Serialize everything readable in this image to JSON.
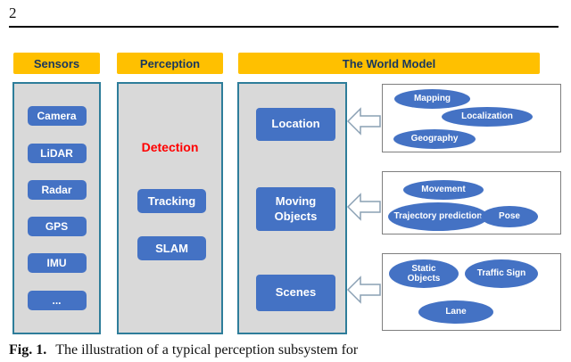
{
  "page": {
    "number": "2",
    "caption_label": "Fig. 1.",
    "caption_text": "The illustration of a typical perception subsystem for"
  },
  "headers": {
    "sensors": "Sensors",
    "perception": "Perception",
    "world_model": "The World Model"
  },
  "sensors": {
    "items": [
      "Camera",
      "LiDAR",
      "Radar",
      "GPS",
      "IMU",
      "..."
    ]
  },
  "perception": {
    "items": [
      {
        "label": "Detection",
        "highlight": true
      },
      {
        "label": "Tracking",
        "highlight": false
      },
      {
        "label": "SLAM",
        "highlight": false
      }
    ]
  },
  "world_model": {
    "categories": [
      "Location",
      "Moving Objects",
      "Scenes"
    ],
    "groups": [
      {
        "category": "Location",
        "items": [
          "Mapping",
          "Localization",
          "Geography"
        ]
      },
      {
        "category": "Moving Objects",
        "items": [
          "Movement",
          "Trajectory prediction",
          "Pose"
        ]
      },
      {
        "category": "Scenes",
        "items": [
          "Static Objects",
          "Traffic Sign",
          "Lane"
        ]
      }
    ]
  },
  "colors": {
    "header_bg": "#FFC000",
    "header_text": "#17375E",
    "box_blue": "#4472C4",
    "panel_gray": "#D9D9D9",
    "panel_border": "#2E7D9A",
    "group_border": "#7F7F7F",
    "highlight_red": "#FF0000"
  }
}
